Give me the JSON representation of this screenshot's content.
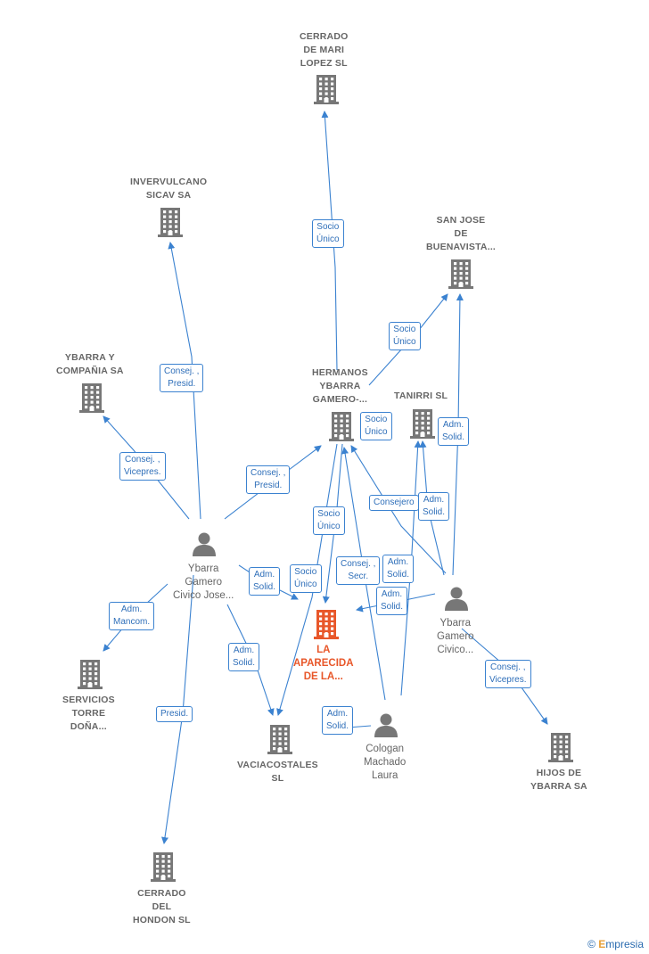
{
  "colors": {
    "edge": "#3b82d0",
    "node": "#777777",
    "focus": "#e8572a",
    "label": "#2f6fb9"
  },
  "nodes": {
    "cerrado_mari": {
      "lines": [
        "CERRADO",
        "DE MARI",
        "LOPEZ SL"
      ],
      "icon": "building-icon"
    },
    "invervulcano": {
      "lines": [
        "INVERVULCANO",
        "SICAV SA"
      ],
      "icon": "building-icon"
    },
    "san_jose": {
      "lines": [
        "SAN JOSE",
        "DE",
        "BUENAVISTA..."
      ],
      "icon": "building-icon"
    },
    "ybarra_compania": {
      "lines": [
        "YBARRA Y",
        "COMPAÑIA SA"
      ],
      "icon": "building-icon"
    },
    "hermanos": {
      "lines": [
        "HERMANOS",
        "YBARRA",
        "GAMERO-..."
      ],
      "icon": "building-icon"
    },
    "tanirri": {
      "lines": [
        "TANIRRI  SL"
      ],
      "icon": "building-icon"
    },
    "ybarra_jose": {
      "lines": [
        "Ybarra",
        "Gamero",
        "Civico Jose..."
      ],
      "icon": "person-icon"
    },
    "ybarra_civico": {
      "lines": [
        "Ybarra",
        "Gamero",
        "Civico..."
      ],
      "icon": "person-icon"
    },
    "la_aparecida": {
      "lines": [
        "LA",
        "APARECIDA",
        "DE LA..."
      ],
      "icon": "building-icon"
    },
    "servicios": {
      "lines": [
        "SERVICIOS",
        "TORRE",
        "DOÑA..."
      ],
      "icon": "building-icon"
    },
    "vaciacostales": {
      "lines": [
        "VACIACOSTALES",
        "SL"
      ],
      "icon": "building-icon"
    },
    "cologan": {
      "lines": [
        "Cologan",
        "Machado",
        "Laura"
      ],
      "icon": "person-icon"
    },
    "hijos": {
      "lines": [
        "HIJOS DE",
        "YBARRA SA"
      ],
      "icon": "building-icon"
    },
    "cerrado_hondon": {
      "lines": [
        "CERRADO",
        "DEL",
        "HONDON SL"
      ],
      "icon": "building-icon"
    }
  },
  "edge_labels": {
    "socio_unico_1": [
      "Socio",
      "Único"
    ],
    "socio_unico_2": [
      "Socio",
      "Único"
    ],
    "socio_unico_3": [
      "Socio",
      "Único"
    ],
    "socio_unico_4": [
      "Socio",
      "Único"
    ],
    "socio_unico_5": [
      "Socio",
      "Único"
    ],
    "consej_presid_1": [
      "Consej. ,",
      "Presid."
    ],
    "consej_presid_2": [
      "Consej. ,",
      "Presid."
    ],
    "consej_vicepres_1": [
      "Consej. ,",
      "Vicepres."
    ],
    "consej_vicepres_2": [
      "Consej. ,",
      "Vicepres."
    ],
    "adm_solid_1": [
      "Adm.",
      "Solid."
    ],
    "adm_solid_2": [
      "Adm.",
      "Solid."
    ],
    "adm_solid_3": [
      "Adm.",
      "Solid."
    ],
    "adm_solid_4": [
      "Adm.",
      "Solid."
    ],
    "adm_solid_5": [
      "Adm.",
      "Solid."
    ],
    "adm_solid_6": [
      "Adm.",
      "Solid."
    ],
    "adm_solid_7": [
      "Adm.",
      "Solid."
    ],
    "adm_mancom": [
      "Adm.",
      "Mancom."
    ],
    "consejero": [
      "Consejero"
    ],
    "consej_secr": [
      "Consej. ,",
      "Secr."
    ],
    "presid": [
      "Presid."
    ]
  },
  "brand": {
    "symbol": "©",
    "initial": "E",
    "rest": "mpresia"
  }
}
